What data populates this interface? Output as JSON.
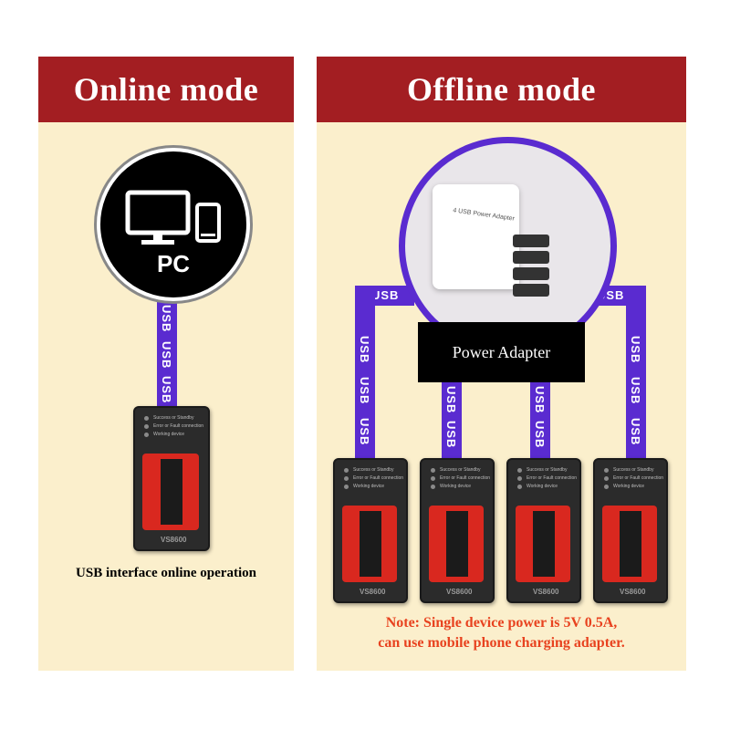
{
  "left_panel": {
    "title": "Online mode",
    "pc_label": "PC",
    "cable_labels": [
      "USB",
      "USB",
      "USB"
    ],
    "caption": "USB interface online operation"
  },
  "right_panel": {
    "title": "Offline mode",
    "power_adapter_label": "Power Adapter",
    "adapter_print": "4 USB Power Adapter",
    "cable_labels": {
      "left_h": "USB",
      "right_h": "USB",
      "left_v": [
        "USB",
        "USB",
        "USB"
      ],
      "mid1_v": [
        "USB",
        "USB"
      ],
      "mid2_v": [
        "USB",
        "USB"
      ],
      "right_v": [
        "USB",
        "USB",
        "USB"
      ]
    },
    "note_line1": "Note: Single device power is 5V 0.5A,",
    "note_line2": "can use mobile phone charging adapter."
  },
  "device": {
    "led_labels": [
      "Success or Standby",
      "Error or Fault connection",
      "Working device"
    ],
    "brand": "VS8600"
  },
  "colors": {
    "header_red": "#a31e22",
    "panel_cream": "#fbefcc",
    "cable_purple": "#5a2bd0",
    "note_orange": "#e8421f"
  }
}
